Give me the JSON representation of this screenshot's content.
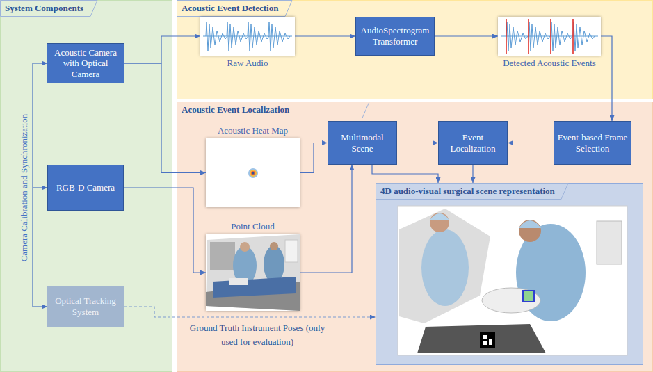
{
  "diagram": {
    "nodes": [
      {
        "text": [
          "System Components"
        ]
      },
      {
        "text": [
          "Acoustic Camera with Optical Camera"
        ],
        "in": 0
      },
      {
        "text": [
          "RGB-D Camera"
        ],
        "in": 0
      },
      {
        "text": [
          "Optical Tracking System"
        ],
        "in": 0
      },
      {
        "text": [
          "Acoustic Event Detection"
        ]
      },
      {
        "text": [
          "Raw Audio"
        ],
        "in": 4
      },
      {
        "text": [
          "AudioSpectrogram Transformer"
        ],
        "in": 4
      },
      {
        "text": [
          "Detected Acoustic Events"
        ],
        "in": 4
      },
      {
        "text": [
          "Acoustic Event Localization"
        ]
      },
      {
        "text": [
          "Acoustic Heat Map"
        ],
        "in": 8
      },
      {
        "text": [
          "Point Cloud"
        ],
        "in": 8
      },
      {
        "text": [
          "Multimodal Scene"
        ],
        "in": 8
      },
      {
        "text": [
          "Event Localization"
        ],
        "in": 8
      },
      {
        "text": [
          "Event-based Frame Selection"
        ],
        "in": 8
      },
      {
        "text": [
          "4D audio-visual surgical scene representation"
        ],
        "in": 8
      }
    ],
    "edges": [
      {
        "from": 1,
        "to": 5,
        "arrow": "to"
      },
      {
        "from": 1,
        "to": 9,
        "arrow": "to"
      },
      {
        "from": 5,
        "to": 6,
        "arrow": "to"
      },
      {
        "from": 6,
        "to": 7,
        "arrow": "to"
      },
      {
        "from": 7,
        "to": 13,
        "arrow": "to"
      },
      {
        "from": 2,
        "to": 10,
        "arrow": "to"
      },
      {
        "from": 9,
        "to": 11,
        "arrow": "to"
      },
      {
        "from": 10,
        "to": 11,
        "arrow": "to"
      },
      {
        "from": 11,
        "to": 12,
        "arrow": "to"
      },
      {
        "from": 13,
        "to": 12,
        "arrow": "to"
      },
      {
        "from": 11,
        "to": 14,
        "arrow": "to"
      },
      {
        "from": 12,
        "to": 14,
        "arrow": "to"
      },
      {
        "from": 3,
        "to": 14,
        "label": "Ground Truth Instrument Poses (only used for evaluation)",
        "arrow": "to"
      }
    ],
    "labels": [
      "Camera Calibration and Synchronization"
    ]
  }
}
